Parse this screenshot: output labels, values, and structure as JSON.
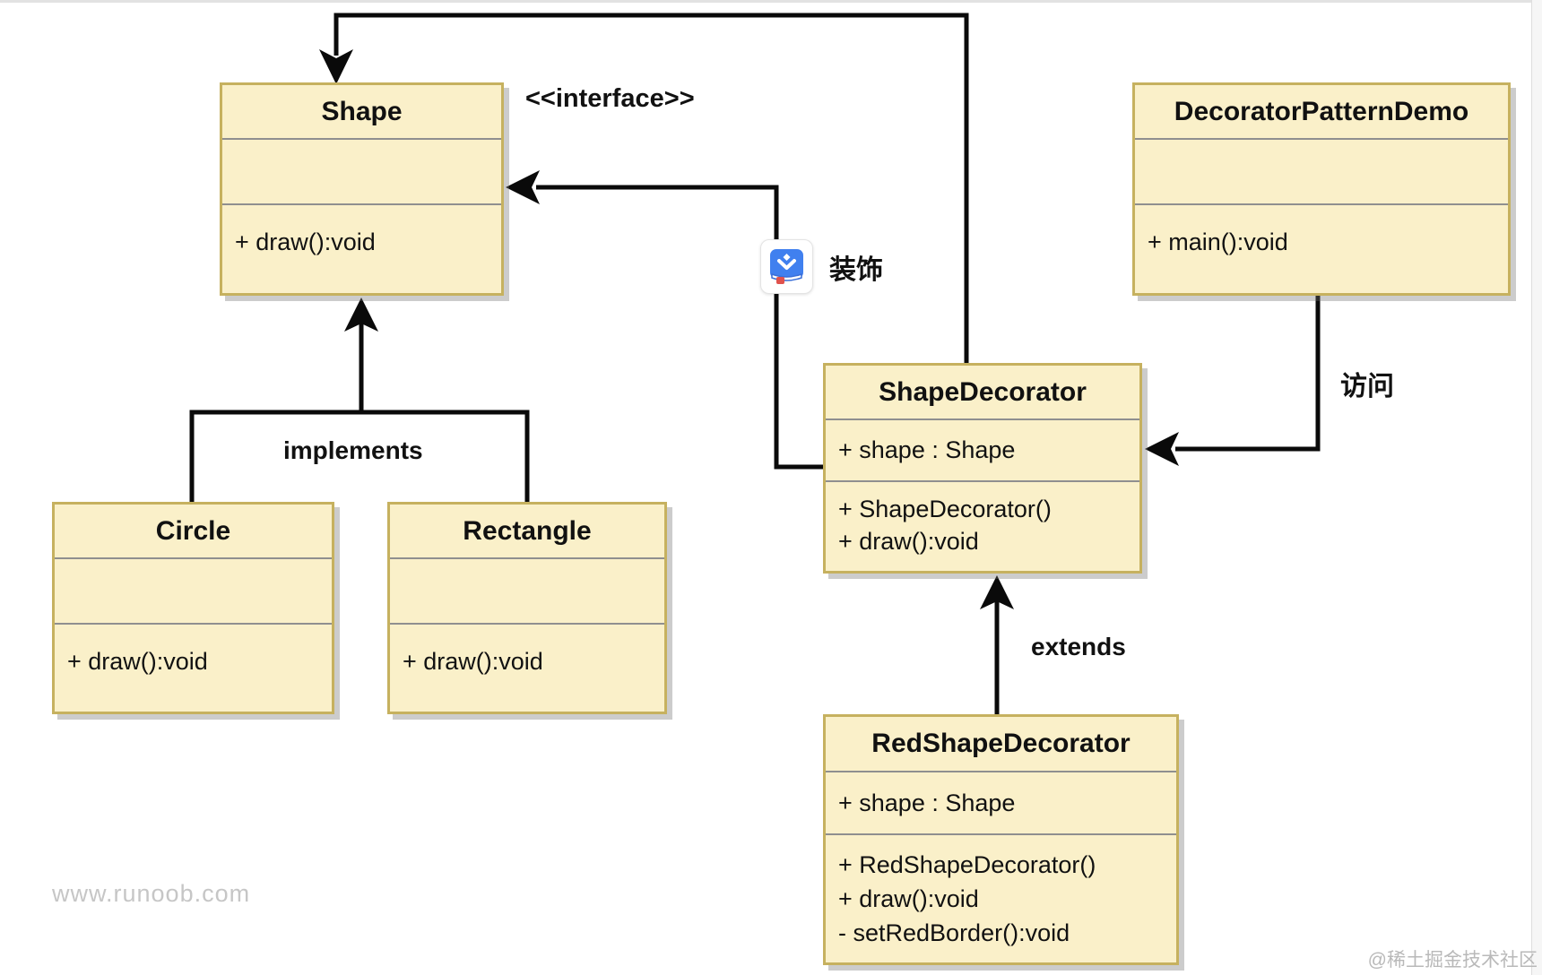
{
  "diagram": {
    "title_context": "UML class diagram of the Decorator design pattern",
    "classes": [
      {
        "name": "Shape",
        "attributes": [],
        "methods": [
          "+ draw():void"
        ]
      },
      {
        "name": "DecoratorPatternDemo",
        "attributes": [],
        "methods": [
          "+ main():void"
        ]
      },
      {
        "name": "Circle",
        "attributes": [],
        "methods": [
          "+ draw():void"
        ]
      },
      {
        "name": "Rectangle",
        "attributes": [],
        "methods": [
          "+ draw():void"
        ]
      },
      {
        "name": "ShapeDecorator",
        "attributes": [
          "+ shape : Shape"
        ],
        "methods": [
          "+ ShapeDecorator()",
          "+ draw():void"
        ]
      },
      {
        "name": "RedShapeDecorator",
        "attributes": [
          "+ shape : Shape"
        ],
        "methods": [
          "+ RedShapeDecorator()",
          "+ draw():void",
          "- setRedBorder():void"
        ]
      }
    ],
    "labels": {
      "interface_note": "<<interface>>",
      "implements": "implements",
      "extends": "extends",
      "decorate": "装饰",
      "access": "访问"
    },
    "icons": {
      "decorate_icon": "blue-book-icon"
    },
    "colors": {
      "box_fill": "#FAF0C9",
      "box_border": "#C6B15F",
      "divider": "#8F8F8F",
      "connector": "#000000",
      "icon_blue": "#4080EF",
      "icon_red": "#E0524D"
    }
  },
  "watermarks": {
    "site": "www.runoob.com",
    "community": "@稀土掘金技术社区"
  }
}
